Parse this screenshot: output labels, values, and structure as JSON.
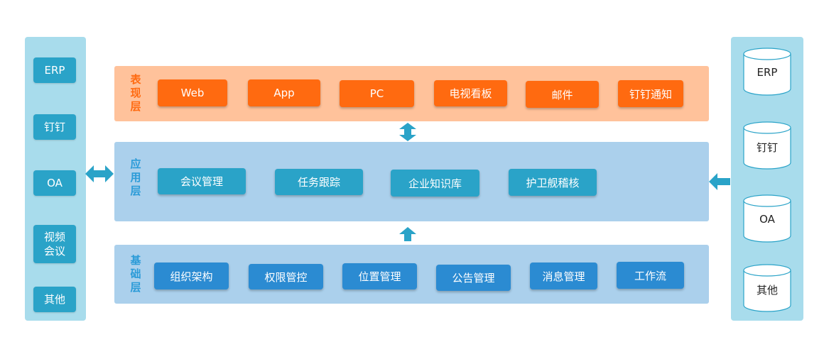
{
  "colors": {
    "side_panel": "#a8dcec",
    "presentation_layer_bg": "#ffc29b",
    "presentation_chip": "#ff6a10",
    "presentation_title": "#ff6a10",
    "application_layer_bg": "#abd0ec",
    "application_chip": "#2aa3c8",
    "foundation_chip": "#2b8bd2",
    "layer_title_blue": "#2b9bd8",
    "arrow": "#2aa3c8"
  },
  "left_panel": {
    "items": [
      "ERP",
      "钉钉",
      "OA",
      "视频\n会议",
      "其他"
    ]
  },
  "layers": {
    "presentation": {
      "title": "表\n现\n层",
      "items": [
        "Web",
        "App",
        "PC",
        "电视看板",
        "邮件",
        "钉钉通知"
      ]
    },
    "application": {
      "title": "应\n用\n层",
      "items": [
        "会议管理",
        "任务跟踪",
        "企业知识库",
        "护卫舰稽核"
      ]
    },
    "foundation": {
      "title": "基\n础\n层",
      "items": [
        "组织架构",
        "权限管控",
        "位置管理",
        "公告管理",
        "消息管理",
        "工作流"
      ]
    }
  },
  "right_panel": {
    "databases": [
      "ERP",
      "钉钉",
      "OA",
      "其他"
    ]
  },
  "icons": {
    "left_connector": "double-arrow-horizontal-icon",
    "top_connector": "double-arrow-vertical-icon",
    "bottom_connector": "up-arrow-icon",
    "right_connector": "left-arrow-icon",
    "database": "database-cylinder-icon"
  }
}
